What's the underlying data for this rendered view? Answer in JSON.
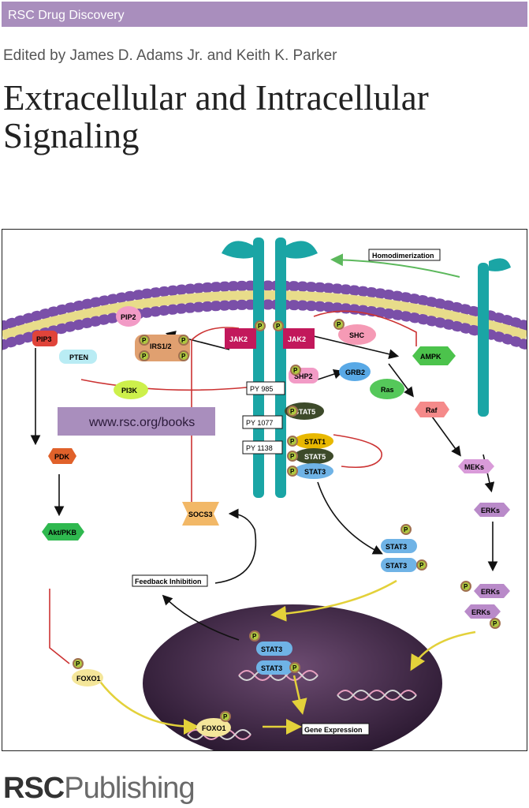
{
  "series": {
    "label": "RSC Drug Discovery"
  },
  "editors": {
    "text": "Edited by James D. Adams Jr. and Keith K. Parker"
  },
  "title": {
    "line1": "Extracellular and Intracellular",
    "line2": "Signaling"
  },
  "figure": {
    "url_banner": "www.rsc.org/books",
    "homodimerization": "Homodimerization",
    "feedback_inhibition": "Feedback Inhibition",
    "gene_expression": "Gene Expression",
    "nodes": {
      "pip3": "PIP3",
      "pip2": "PIP2",
      "pten": "PTEN",
      "irs": "IRS1/2",
      "pi3k": "PI3K",
      "jak2_left": "JAK2",
      "jak2_right": "JAK2",
      "shc": "SHC",
      "ampk": "AMPK",
      "grb2": "GRB2",
      "shp2": "SHP2",
      "ras": "Ras",
      "raf": "Raf",
      "py985": "PY 985",
      "py1077": "PY 1077",
      "py1138": "PY 1138",
      "stat5_top": "STAT5",
      "stat1": "STAT1",
      "stat5_mid": "STAT5",
      "stat3_mid": "STAT3",
      "pdk": "PDK",
      "akt": "Akt/PKB",
      "socs3": "SOCS3",
      "meks": "MEKs",
      "erks": "ERKs",
      "erks_a": "ERKs",
      "erks_b": "ERKs",
      "stat3_a": "STAT3",
      "stat3_b": "STAT3",
      "stat3_nuc_a": "STAT3",
      "stat3_nuc_b": "STAT3",
      "foxo1": "FOXO1",
      "foxo1_nuc": "FOXO1",
      "p": "P"
    }
  },
  "publisher": {
    "bold": "RSC",
    "regular": "Publishing"
  },
  "colors": {
    "series_bar": "#a98ebd",
    "receptor": "#1aa5a5",
    "membrane_purple": "#7a4fa8",
    "membrane_yellow": "#e8dc8a",
    "nucleus": "#3b2540",
    "url_banner": "#a98ebd"
  }
}
